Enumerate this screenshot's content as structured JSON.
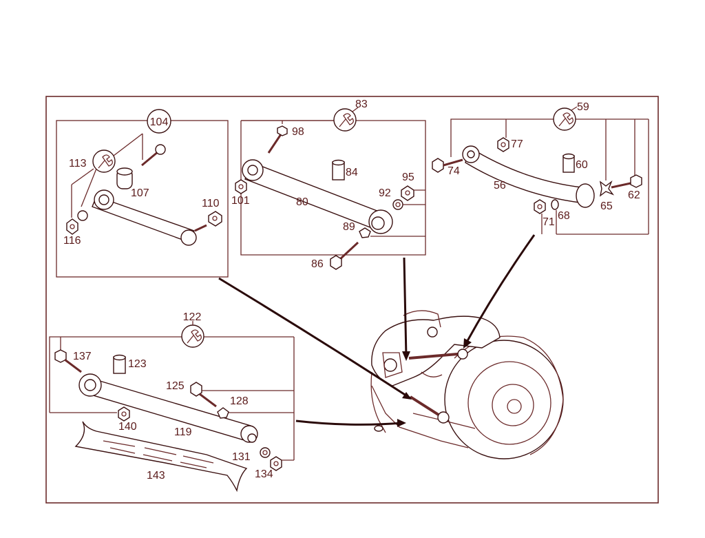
{
  "colors": {
    "line": "#6b2a2a",
    "text": "#5a1a1a",
    "background": "#ffffff"
  },
  "labels": {
    "n104": "104",
    "n113": "113",
    "n107": "107",
    "n110": "110",
    "n116": "116",
    "n83": "83",
    "n98": "98",
    "n84": "84",
    "n95": "95",
    "n92": "92",
    "n101": "101",
    "n80": "80",
    "n89": "89",
    "n86": "86",
    "n59": "59",
    "n77": "77",
    "n74": "74",
    "n60": "60",
    "n56": "56",
    "n65": "65",
    "n62": "62",
    "n71": "71",
    "n68": "68",
    "n122": "122",
    "n137": "137",
    "n123": "123",
    "n125": "125",
    "n128": "128",
    "n140": "140",
    "n119": "119",
    "n131": "131",
    "n134": "134",
    "n143": "143"
  },
  "icons": {
    "tool": "wrench-icon"
  }
}
